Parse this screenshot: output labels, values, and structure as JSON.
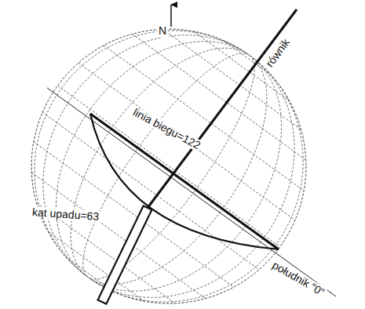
{
  "diagram": {
    "labels": [
      "N",
      "równik",
      "linia biegu=122",
      "kąt upadu=63",
      "południk \"0\""
    ]
  }
}
